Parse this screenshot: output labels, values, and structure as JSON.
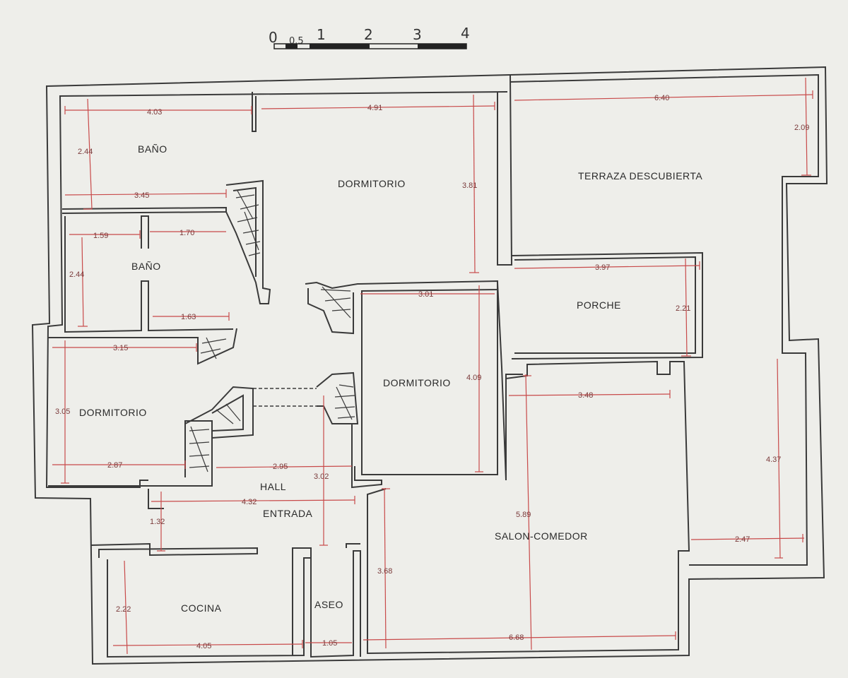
{
  "scale_bar": {
    "labels": [
      "0",
      "0.5",
      "1",
      "2",
      "3",
      "4"
    ]
  },
  "rooms": {
    "bano_1": "BAÑO",
    "bano_2": "BAÑO",
    "dormitorio_1": "DORMITORIO",
    "dormitorio_2": "DORMITORIO",
    "dormitorio_3": "DORMITORIO",
    "terraza": "TERRAZA DESCUBIERTA",
    "porche": "PORCHE",
    "hall": "HALL",
    "entrada": "ENTRADA",
    "salon": "SALON-COMEDOR",
    "cocina": "COCINA",
    "aseo": "ASEO"
  },
  "dimensions": {
    "bano1_width": "4.03",
    "bano1_height": "2.44",
    "bano1_inner": "3.45",
    "dorm1_width": "4.91",
    "dorm1_height": "3.81",
    "terraza_width": "6.40",
    "terraza_height": "2.09",
    "bano2_left": "1.59",
    "bano2_right": "1.70",
    "bano2_height": "2.44",
    "bano2_bottom": "1.63",
    "dorm2_top": "3.15",
    "dorm2_height": "3.05",
    "dorm2_bottom": "2.87",
    "dorm3_top": "3.01",
    "dorm3_height": "4.09",
    "porche_width": "3.97",
    "porche_height": "2.21",
    "salon_top": "3.48",
    "salon_height": "5.89",
    "salon_left_height": "3.68",
    "salon_bottom": "6.68",
    "hall_width": "2.95",
    "hall_height": "3.02",
    "entrada_width": "4.32",
    "entrada_height": "1.32",
    "cocina_height": "2.22",
    "cocina_width": "4.05",
    "aseo_width": "1.05",
    "terraza_right_height": "4.37",
    "terraza_right_width": "2.47"
  }
}
